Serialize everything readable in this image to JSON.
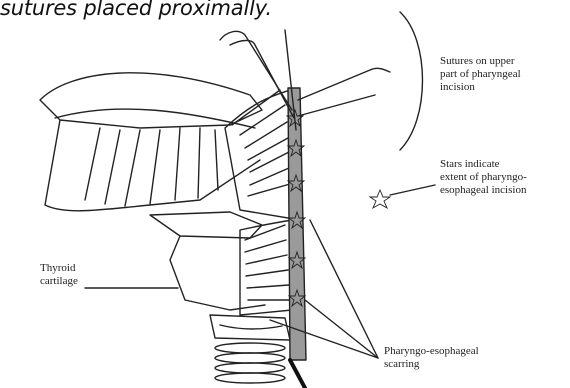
{
  "caption": "sutures placed proximally.",
  "labels": {
    "sutures": [
      "Sutures on upper",
      "part of pharyngeal",
      "incision"
    ],
    "stars": [
      "Stars indicate",
      "extent of pharyngo-",
      "esophageal incision"
    ],
    "thyroid": [
      "Thyroid",
      "cartilage"
    ],
    "scarring": [
      "Pharyngo-esophageal",
      "scarring"
    ]
  },
  "colors": {
    "ink": "#222222",
    "incision": "#9a9a9a",
    "paper": "#ffffff"
  },
  "icons": {
    "star": "star-icon"
  }
}
